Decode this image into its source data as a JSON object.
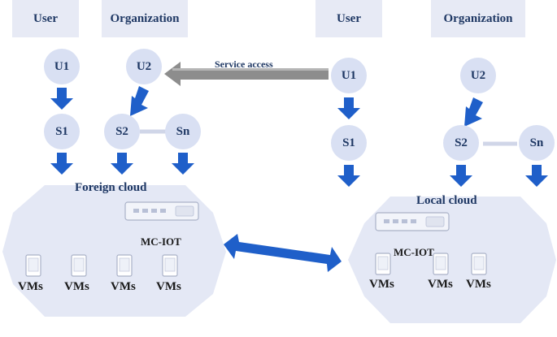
{
  "headers": {
    "left_user": "User",
    "left_org": "Organization",
    "right_user": "User",
    "right_org": "Organization"
  },
  "nodes": {
    "left_u1": "U1",
    "left_u2": "U2",
    "left_s1": "S1",
    "left_s2": "S2",
    "left_sn": "Sn",
    "right_u1": "U1",
    "right_u2": "U2",
    "right_s1": "S1",
    "right_s2": "S2",
    "right_sn": "Sn"
  },
  "service_access": "Service access",
  "foreign_cloud": {
    "title": "Foreign cloud",
    "mciot": "MC-IOT",
    "vms": [
      "VMs",
      "VMs",
      "VMs",
      "VMs"
    ]
  },
  "local_cloud": {
    "title": "Local cloud",
    "mciot": "MC-IOT",
    "vms": [
      "VMs",
      "VMs",
      "VMs"
    ]
  },
  "colors": {
    "arrow_blue": "#1f5fc9",
    "node_fill": "#d9e0f3",
    "header_fill": "#e7eaf5",
    "cloud_fill": "#e4e8f5",
    "text_dark": "#1f3864"
  }
}
